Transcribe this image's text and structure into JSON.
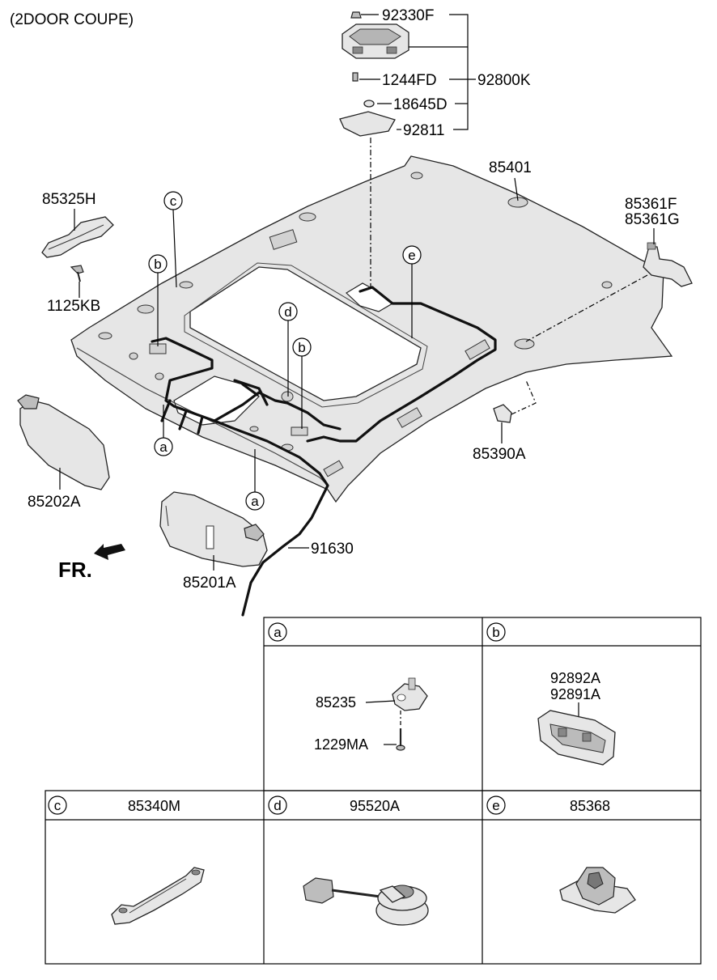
{
  "header": {
    "variant": "(2DOOR  COUPE)"
  },
  "callouts": {
    "p92330F": "92330F",
    "p1244FD": "1244FD",
    "p92800K": "92800K",
    "p18645D": "18645D",
    "p92811": "92811",
    "p85401": "85401",
    "p85325H": "85325H",
    "p1125KB": "1125KB",
    "p85361F": "85361F",
    "p85361G": "85361G",
    "p85390A": "85390A",
    "p85202A": "85202A",
    "p85201A": "85201A",
    "p91630": "91630"
  },
  "circle_labels": {
    "a": "a",
    "b": "b",
    "c": "c",
    "d": "d",
    "e": "e"
  },
  "direction": {
    "label": "FR."
  },
  "detail_boxes": {
    "a": {
      "tag": "a",
      "title": "",
      "parts": [
        "85235",
        "1229MA"
      ]
    },
    "b": {
      "tag": "b",
      "title": "",
      "parts": [
        "92892A",
        "92891A"
      ]
    },
    "c": {
      "tag": "c",
      "title": "85340M"
    },
    "d": {
      "tag": "d",
      "title": "95520A"
    },
    "e": {
      "tag": "e",
      "title": "85368"
    }
  }
}
